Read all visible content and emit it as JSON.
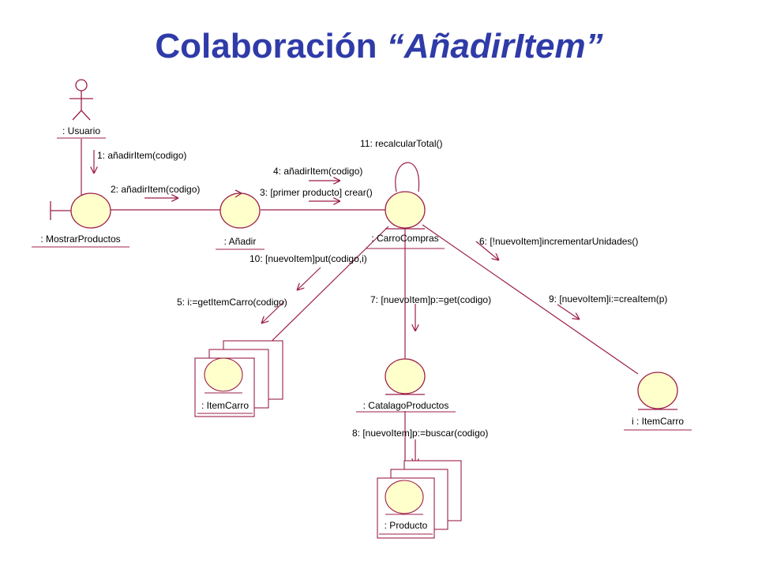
{
  "title": {
    "prefix": "Colaboración",
    "quote_open": "“",
    "name": "AñadirItem",
    "quote_close": "”"
  },
  "colors": {
    "title": "#2f3ba8",
    "object_fill": "#ffffcc",
    "link": "#9c1f4a",
    "arrow": "#9c1f4a",
    "underline": "#9c1f4a"
  },
  "objects": {
    "usuario": {
      "label": ": Usuario",
      "kind": "actor"
    },
    "mostrar_productos": {
      "label": ": MostrarProductos",
      "kind": "boundary"
    },
    "anadir": {
      "label": ": Añadir",
      "kind": "control"
    },
    "carro_compras": {
      "label": ": CarroCompras",
      "kind": "entity"
    },
    "item_carro_multi": {
      "label": ": ItemCarro",
      "kind": "multiobject"
    },
    "catalago_productos": {
      "label": ": CatalagoProductos",
      "kind": "entity"
    },
    "i_item_carro": {
      "label": "i : ItemCarro",
      "kind": "entity"
    },
    "producto_multi": {
      "label": ": Producto",
      "kind": "multiobject"
    }
  },
  "messages": {
    "m1": "1: añadirItem(codigo)",
    "m2": "2: añadirItem(codigo)",
    "m3": "3: [primer producto] crear()",
    "m4": "4: añadirItem(codigo)",
    "m5": "5: i:=getItemCarro(codigo)",
    "m6": "6: [!nuevoItem]incrementarUnidades()",
    "m7": "7: [nuevoItem]p:=get(codigo)",
    "m8": "8: [nuevoItem]p:=buscar(codigo)",
    "m9": "9: [nuevoItem]i:=creaItem(p)",
    "m10": "10: [nuevoItem]put(codigo,i)",
    "m11": "11: recalcularTotal()"
  }
}
